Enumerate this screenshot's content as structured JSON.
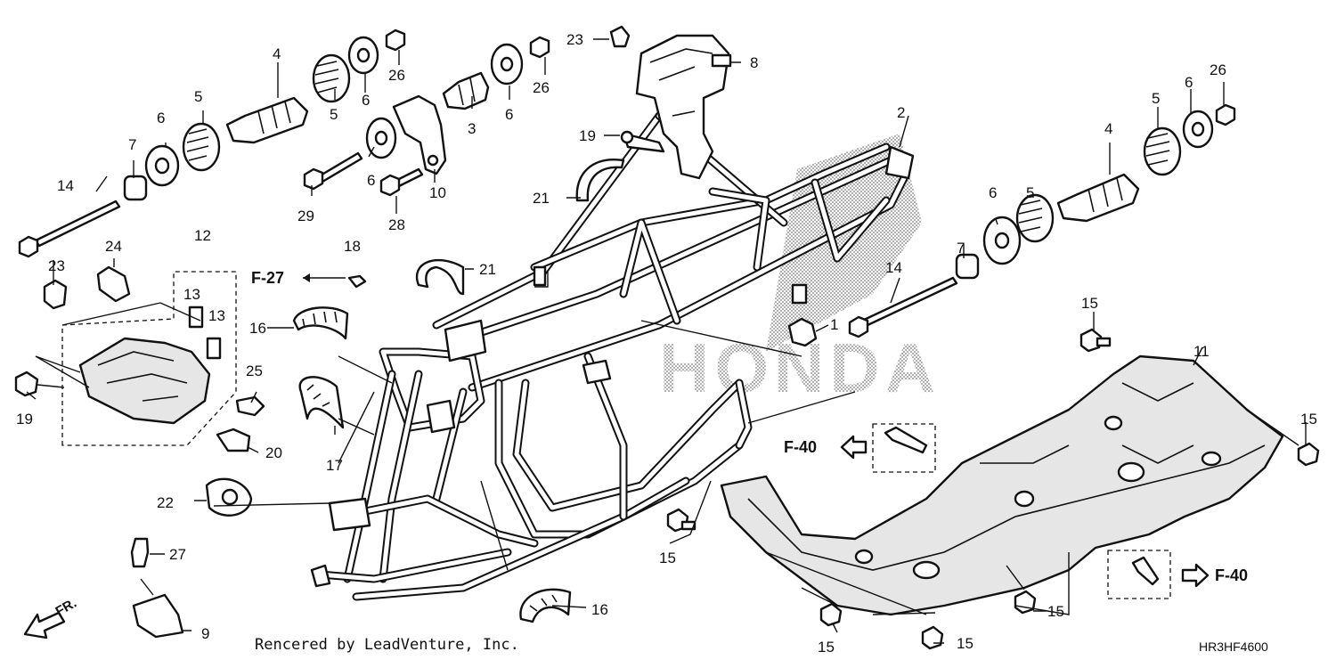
{
  "callouts": [
    "1",
    "2",
    "3",
    "4",
    "5",
    "6",
    "7",
    "8",
    "9",
    "11",
    "12",
    "13",
    "14",
    "15",
    "16",
    "17",
    "18",
    "19",
    "20",
    "21",
    "22",
    "23",
    "24",
    "25",
    "26",
    "27",
    "28",
    "29",
    "10"
  ],
  "references": {
    "f27": "F-27",
    "f40": "F-40"
  },
  "brand_watermark": "HONDA",
  "front_marker": "FR.",
  "credit": "Rencered by LeadVenture, Inc.",
  "diagram_code": "HR3HF4600"
}
